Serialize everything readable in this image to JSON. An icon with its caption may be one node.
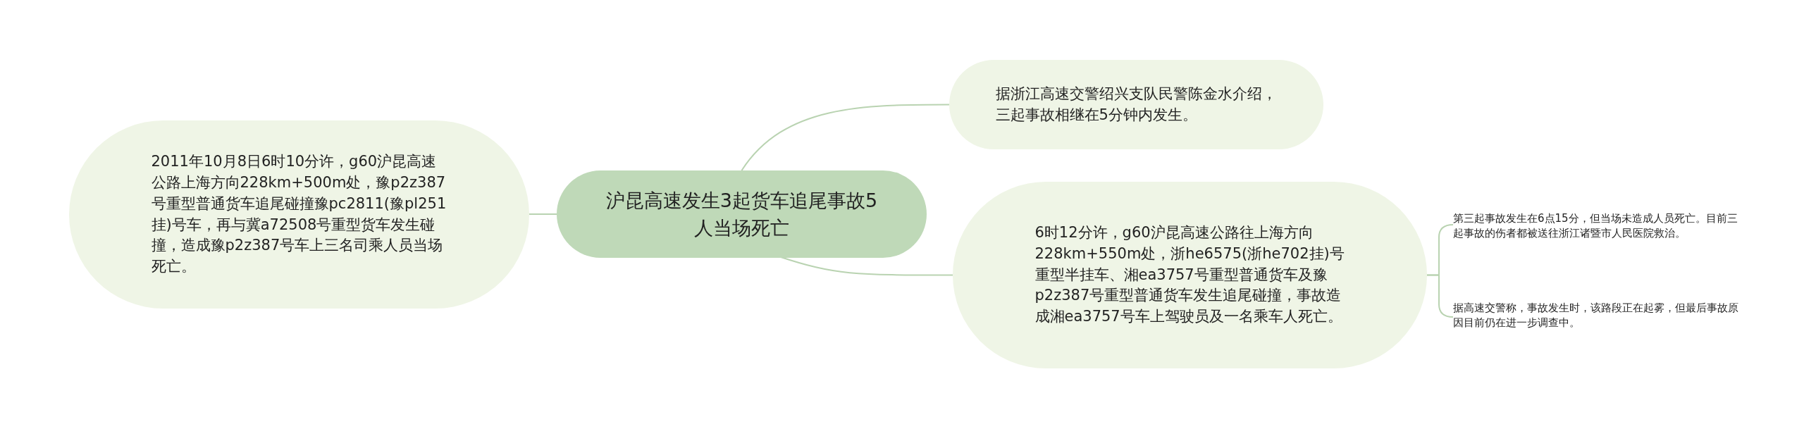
{
  "diagram": {
    "nodes": [
      {
        "text": [
          "沪昆高速发生3起货车追尾事故5人当场死亡"
        ]
      },
      {
        "text": [
          "2011年10月8日6时10分许，g60沪昆高速公路上海方向228km+500m处，豫p2z387号重型普通货车追尾碰撞豫pc2811(豫pl251挂)号车，再与冀a72508号重型货车发生碰撞，造成豫p2z387号车上三名司乘人员当场死亡。"
        ]
      },
      {
        "text": [
          "据浙江高速交警绍兴支队民警陈金水介绍，三起事故相继在5分钟内发生。"
        ]
      },
      {
        "text": [
          "6时12分许，g60沪昆高速公路往上海方向228km+550m处，浙he6575(浙he702挂)号重型半挂车、湘ea3757号重型普通货车及豫p2z387号重型普通货车发生追尾碰撞，事故造成湘ea3757号车上驾驶员及一名乘车人死亡。"
        ]
      },
      {
        "text": [
          "第三起事故发生在6点15分，但当场未造成人员死亡。目前三起事故的伤者都被送往浙江诸暨市人民医院救治。"
        ]
      },
      {
        "text": [
          "据高速交警称，事故发生时，该路段正在起雾，但最后事故原因目前仍在进一步调查中。"
        ]
      }
    ],
    "edges": [
      {
        "from": 0,
        "to": 1,
        "arrow": "none"
      },
      {
        "from": 0,
        "to": 2,
        "arrow": "none"
      },
      {
        "from": 0,
        "to": 3,
        "arrow": "none"
      },
      {
        "from": 3,
        "to": 4,
        "arrow": "none"
      },
      {
        "from": 3,
        "to": 5,
        "arrow": "none"
      }
    ]
  }
}
